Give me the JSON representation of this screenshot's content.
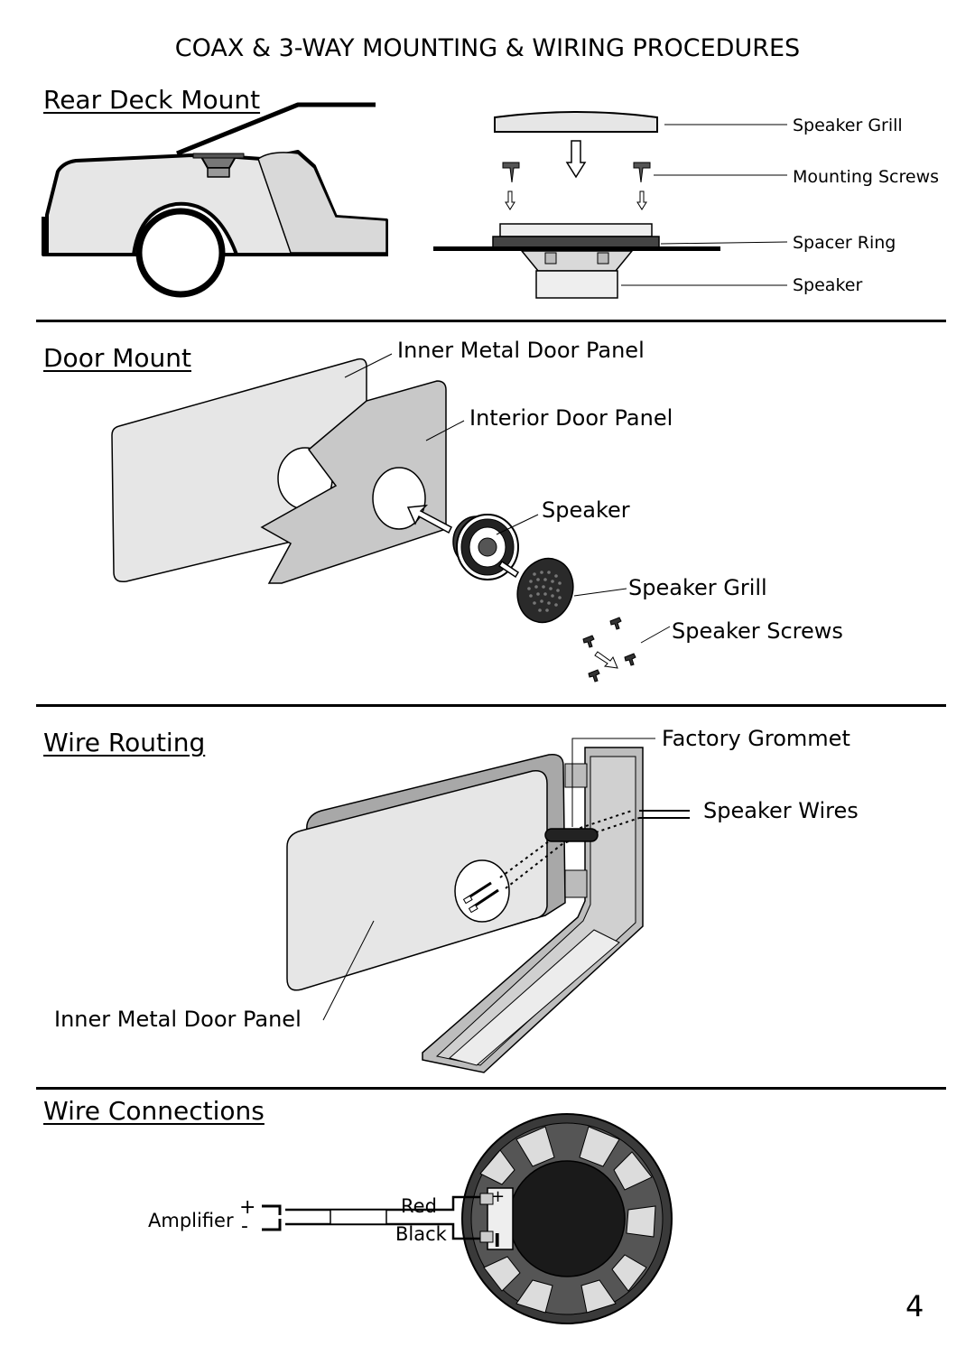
{
  "page": {
    "title": "COAX & 3-WAY  MOUNTING & WIRING PROCEDURES",
    "page_number": "4"
  },
  "rear_deck": {
    "heading": "Rear Deck Mount",
    "labels": [
      "Speaker Grill",
      "Mounting Screws",
      "Spacer Ring",
      "Speaker"
    ]
  },
  "door_mount": {
    "heading": "Door Mount",
    "labels": [
      "Inner Metal Door Panel",
      "Interior Door Panel",
      "Speaker",
      "Speaker Grill",
      "Speaker Screws"
    ]
  },
  "wire_routing": {
    "heading": "Wire Routing",
    "labels": [
      "Factory Grommet",
      "Speaker Wires",
      "Inner Metal Door Panel"
    ]
  },
  "wire_connections": {
    "heading": "Wire Connections",
    "amplifier": "Amplifier",
    "plus": "+",
    "minus": "-",
    "red": "Red",
    "black": "Black",
    "term_plus": "+",
    "term_minus": "I"
  },
  "colors": {
    "panel_light": "#e6e6e6",
    "panel_mid": "#c8c8c8",
    "panel_dark": "#999999",
    "speaker_dark": "#3a3a3a"
  }
}
